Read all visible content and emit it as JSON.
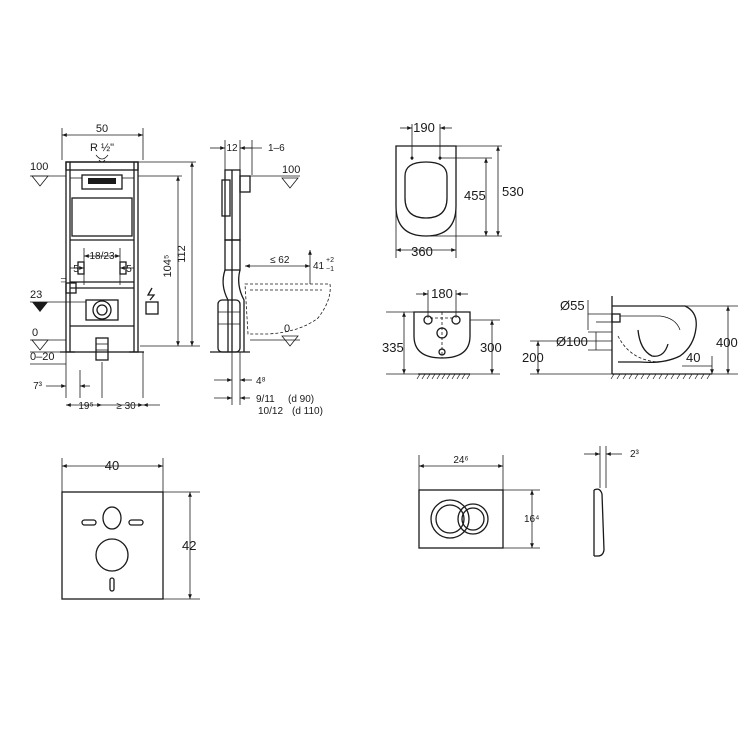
{
  "frame_view": {
    "width": "50",
    "connection": "R ½\"",
    "level_100": "100",
    "level_23": "23",
    "level_0": "0",
    "range_0_20": "0–20",
    "height_112": "112",
    "height_104": "104⁵",
    "pipe_range": "18/23",
    "offset_left": "5",
    "offset_right": "5",
    "dim_7": "7³",
    "dim_19": "19⁵",
    "dim_30": "≥ 30"
  },
  "side_view": {
    "dim_12": "12",
    "dim_1_6": "1–6",
    "level_100": "100",
    "dim_62": "≤ 62",
    "dim_41": "41",
    "dim_41_sup": "+2",
    "dim_41_sub": "−1",
    "level_0": "0",
    "dim_4": "4⁸",
    "dim_9_11": "9/11",
    "dim_d90": "(d 90)",
    "dim_10_12": "10/12",
    "dim_d110": "(d 110)"
  },
  "bowl_top": {
    "width_190": "190",
    "len_455": "455",
    "len_530": "530",
    "width_360": "360"
  },
  "bowl_front": {
    "width_180": "180",
    "height_335": "335",
    "height_300": "300"
  },
  "bowl_side": {
    "dia_55": "Ø55",
    "dia_100": "Ø100",
    "height_200": "200",
    "height_400": "400",
    "dim_40": "40"
  },
  "sound_plate": {
    "width": "40",
    "height": "42"
  },
  "flush_plate": {
    "width": "24⁶",
    "height": "16⁴",
    "depth": "2³"
  }
}
